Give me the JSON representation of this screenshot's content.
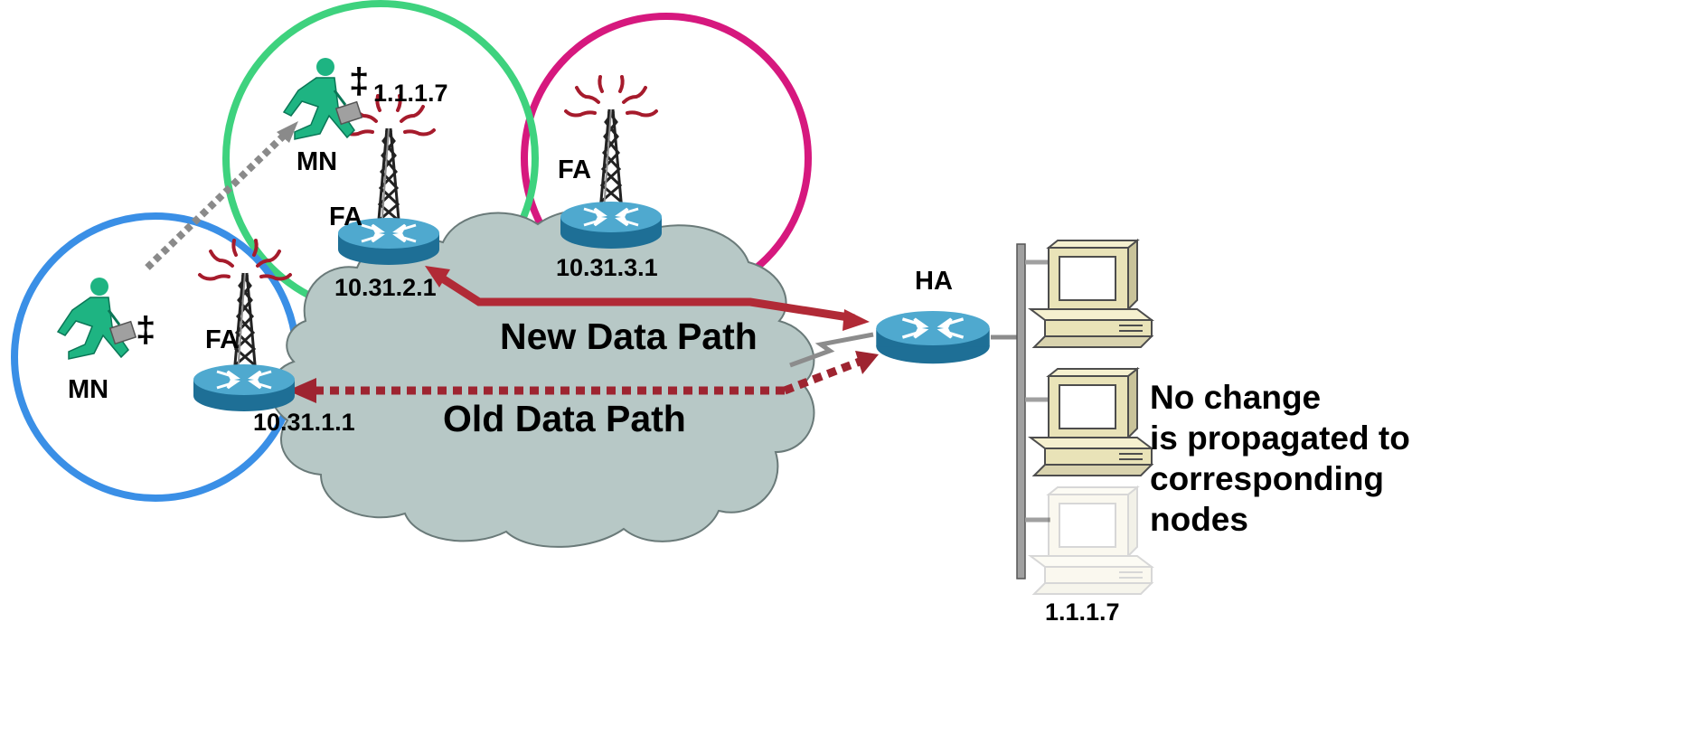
{
  "colors": {
    "cell_blue": "#3a8fe6",
    "cell_green": "#3ed27e",
    "cell_magenta": "#d6187e",
    "cloud": "#b7c8c6",
    "router_top": "#4fa9cf",
    "router_side": "#1e6f96",
    "new_path": "#b12a36",
    "old_path": "#9e2430",
    "person": "#1eb482",
    "trail": "#8a8a8a",
    "antenna_wave": "#a61b2c"
  },
  "mobile_nodes": {
    "old": {
      "label": "MN",
      "icon": "running-person-with-briefcase"
    },
    "new": {
      "label": "MN",
      "address": "1.1.1.7",
      "icon": "running-person-with-briefcase"
    }
  },
  "foreign_agents": [
    {
      "label": "FA",
      "address": "10.31.1.1",
      "icon": "router-with-antenna"
    },
    {
      "label": "FA",
      "address": "10.31.2.1",
      "icon": "router-with-antenna"
    },
    {
      "label": "FA",
      "address": "10.31.3.1",
      "icon": "router-with-antenna"
    }
  ],
  "home_agent": {
    "label": "HA",
    "icon": "router"
  },
  "paths": {
    "new": "New Data Path",
    "old": "Old Data Path"
  },
  "hosts": [
    {
      "icon": "desktop-computer"
    },
    {
      "icon": "desktop-computer"
    },
    {
      "icon": "faded-desktop-computer",
      "address": "1.1.1.7"
    }
  ],
  "note": [
    "No change",
    "is propagated to",
    "corresponding",
    "nodes"
  ]
}
